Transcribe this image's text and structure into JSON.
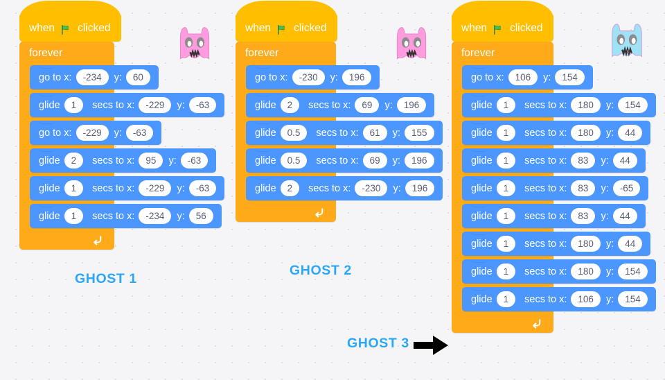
{
  "canvas": {
    "background_color": "#f5f4f6",
    "grid_dot_color": "#dedde2"
  },
  "palette": {
    "event_block": "#ffbf00",
    "control_block": "#ffab19",
    "motion_block": "#4c97ff",
    "input_oval": "#ffffff",
    "input_text": "#575e75",
    "label_blue": "#2aa8f7",
    "ghost1_color": "#ff9ce0",
    "ghost2_color": "#ff9ce0",
    "ghost3_color": "#9fe2f5"
  },
  "scripts": [
    {
      "id": "ghost1",
      "label": "GHOST 1",
      "hat": {
        "word_before": "when",
        "icon": "green-flag-icon",
        "word_after": "clicked"
      },
      "loop": {
        "label": "forever",
        "icon": "loop-arrow-icon"
      },
      "blocks": [
        {
          "type": "goto",
          "label": "go to x:",
          "x": "-234",
          "y_label": "y:",
          "y": "60"
        },
        {
          "type": "glide",
          "label": "glide",
          "secs": "1",
          "mid_label": "secs to x:",
          "x": "-229",
          "y_label": "y:",
          "y": "-63"
        },
        {
          "type": "goto",
          "label": "go to x:",
          "x": "-229",
          "y_label": "y:",
          "y": "-63"
        },
        {
          "type": "glide",
          "label": "glide",
          "secs": "2",
          "mid_label": "secs to x:",
          "x": "95",
          "y_label": "y:",
          "y": "-63"
        },
        {
          "type": "glide",
          "label": "glide",
          "secs": "1",
          "mid_label": "secs to x:",
          "x": "-229",
          "y_label": "y:",
          "y": "-63"
        },
        {
          "type": "glide",
          "label": "glide",
          "secs": "1",
          "mid_label": "secs to x:",
          "x": "-234",
          "y_label": "y:",
          "y": "56"
        }
      ]
    },
    {
      "id": "ghost2",
      "label": "GHOST 2",
      "hat": {
        "word_before": "when",
        "icon": "green-flag-icon",
        "word_after": "clicked"
      },
      "loop": {
        "label": "forever",
        "icon": "loop-arrow-icon"
      },
      "blocks": [
        {
          "type": "goto",
          "label": "go to x:",
          "x": "-230",
          "y_label": "y:",
          "y": "196"
        },
        {
          "type": "glide",
          "label": "glide",
          "secs": "2",
          "mid_label": "secs to x:",
          "x": "69",
          "y_label": "y:",
          "y": "196"
        },
        {
          "type": "glide",
          "label": "glide",
          "secs": "0.5",
          "mid_label": "secs to x:",
          "x": "61",
          "y_label": "y:",
          "y": "155"
        },
        {
          "type": "glide",
          "label": "glide",
          "secs": "0.5",
          "mid_label": "secs to x:",
          "x": "69",
          "y_label": "y:",
          "y": "196"
        },
        {
          "type": "glide",
          "label": "glide",
          "secs": "2",
          "mid_label": "secs to x:",
          "x": "-230",
          "y_label": "y:",
          "y": "196"
        }
      ]
    },
    {
      "id": "ghost3",
      "label": "GHOST 3",
      "has_arrow": true,
      "hat": {
        "word_before": "when",
        "icon": "green-flag-icon",
        "word_after": "clicked"
      },
      "loop": {
        "label": "forever",
        "icon": "loop-arrow-icon"
      },
      "blocks": [
        {
          "type": "goto",
          "label": "go to x:",
          "x": "106",
          "y_label": "y:",
          "y": "154"
        },
        {
          "type": "glide",
          "label": "glide",
          "secs": "1",
          "mid_label": "secs to x:",
          "x": "180",
          "y_label": "y:",
          "y": "154"
        },
        {
          "type": "glide",
          "label": "glide",
          "secs": "1",
          "mid_label": "secs to x:",
          "x": "180",
          "y_label": "y:",
          "y": "44"
        },
        {
          "type": "glide",
          "label": "glide",
          "secs": "1",
          "mid_label": "secs to x:",
          "x": "83",
          "y_label": "y:",
          "y": "44"
        },
        {
          "type": "glide",
          "label": "glide",
          "secs": "1",
          "mid_label": "secs to x:",
          "x": "83",
          "y_label": "y:",
          "y": "-65"
        },
        {
          "type": "glide",
          "label": "glide",
          "secs": "1",
          "mid_label": "secs to x:",
          "x": "83",
          "y_label": "y:",
          "y": "44"
        },
        {
          "type": "glide",
          "label": "glide",
          "secs": "1",
          "mid_label": "secs to x:",
          "x": "180",
          "y_label": "y:",
          "y": "44"
        },
        {
          "type": "glide",
          "label": "glide",
          "secs": "1",
          "mid_label": "secs to x:",
          "x": "180",
          "y_label": "y:",
          "y": "154"
        },
        {
          "type": "glide",
          "label": "glide",
          "secs": "1",
          "mid_label": "secs to x:",
          "x": "106",
          "y_label": "y:",
          "y": "154"
        }
      ]
    }
  ],
  "sprites": [
    {
      "name": "ghost-sprite-pink-1",
      "color": "#ff9ce0"
    },
    {
      "name": "ghost-sprite-pink-2",
      "color": "#ff9ce0"
    },
    {
      "name": "ghost-sprite-blue-3",
      "color": "#9fe2f5"
    }
  ]
}
